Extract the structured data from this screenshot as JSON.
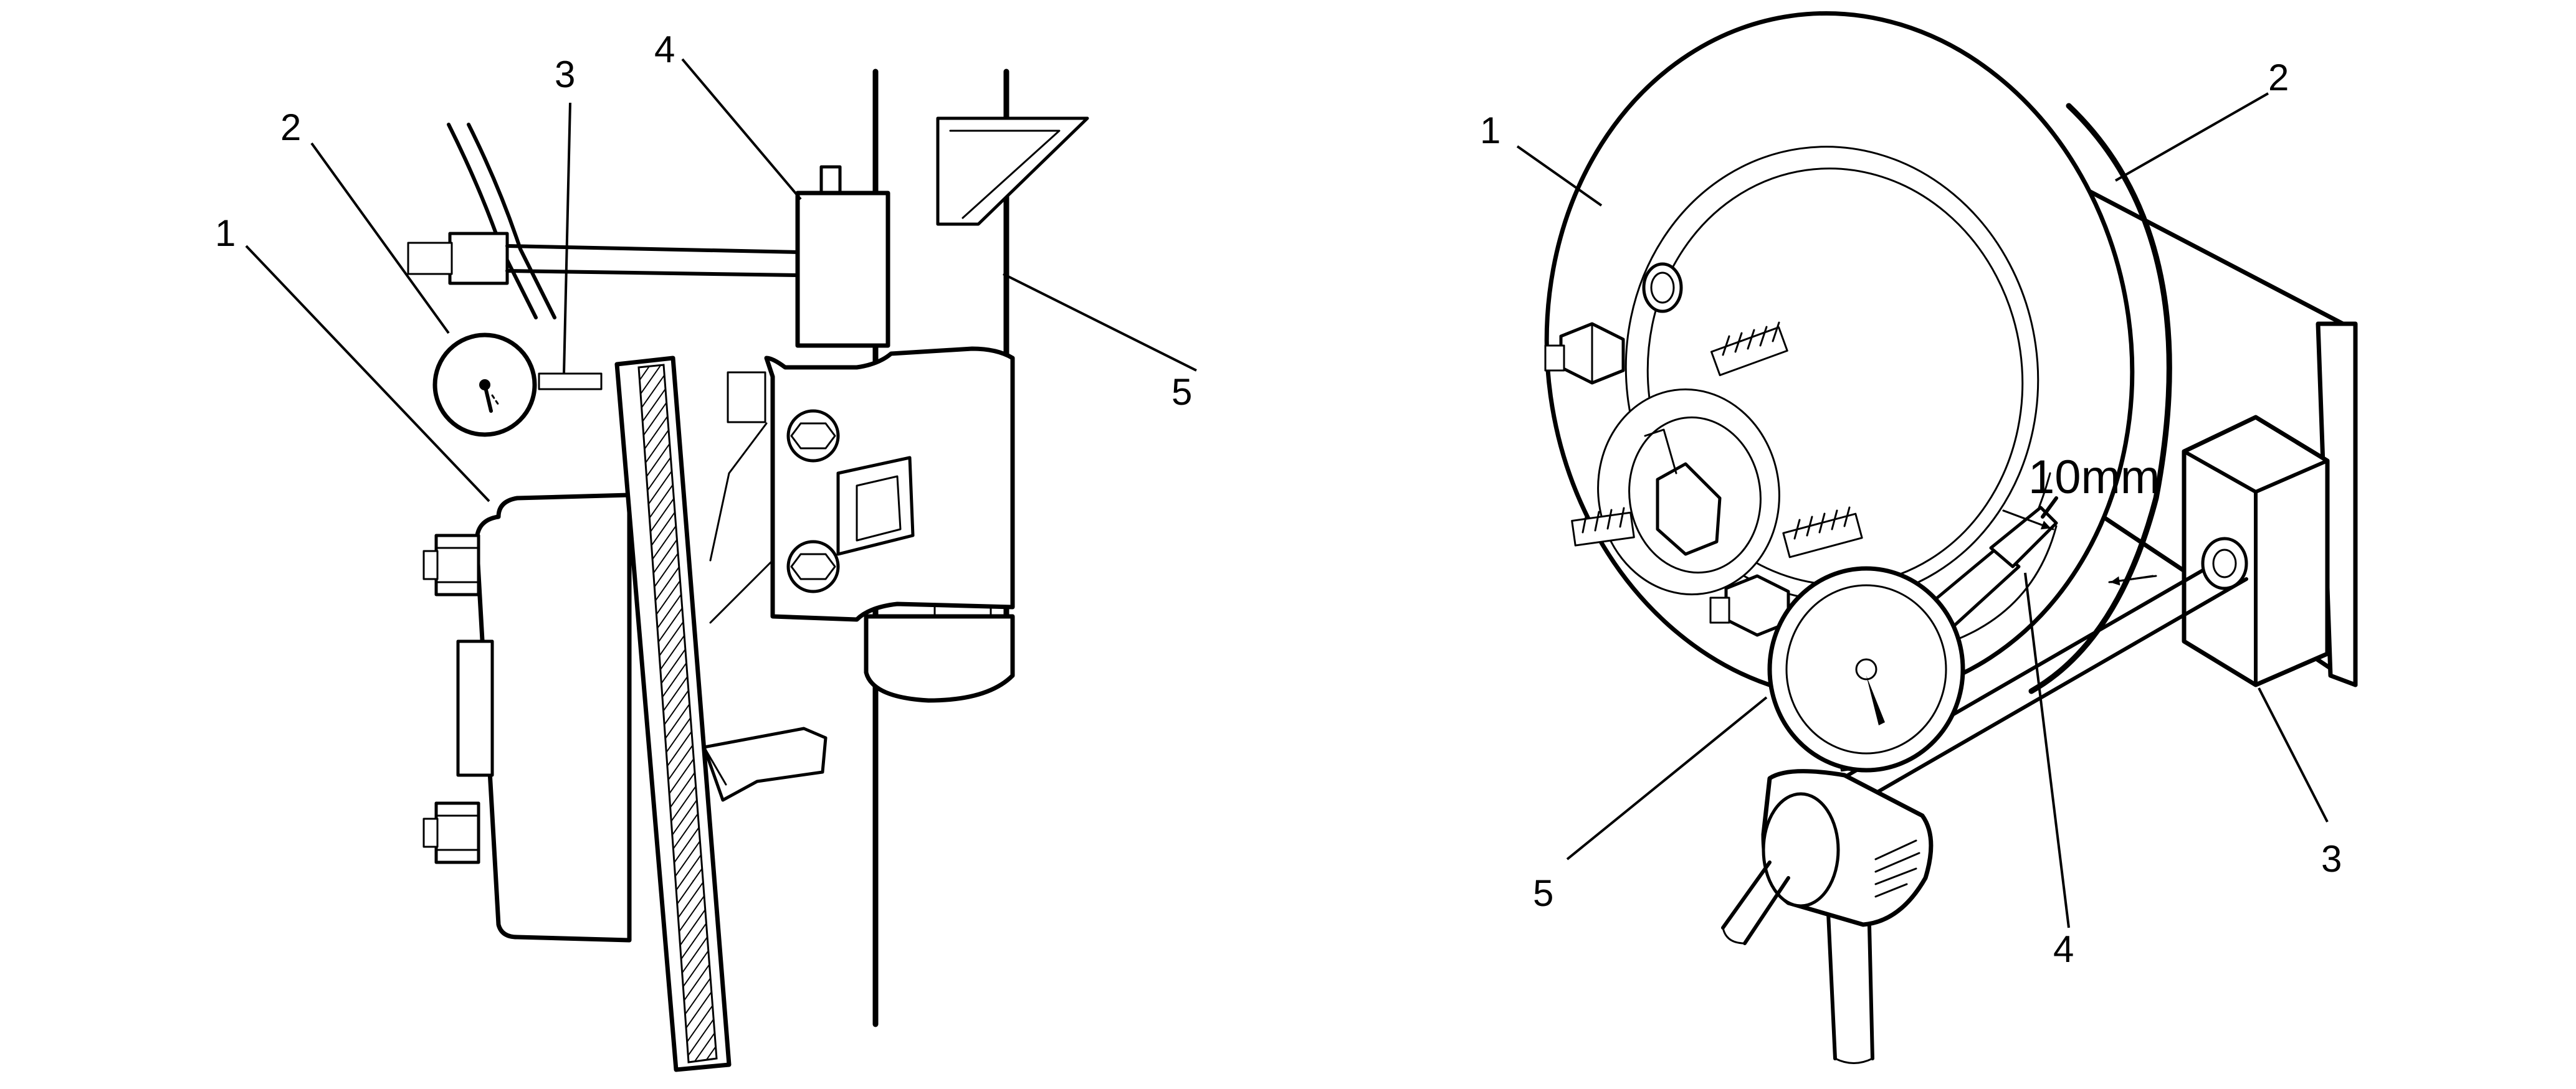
{
  "left_view": {
    "callouts": [
      "1",
      "2",
      "3",
      "4",
      "5"
    ]
  },
  "right_view": {
    "callouts": [
      "1",
      "2",
      "3",
      "4",
      "5"
    ],
    "dimension_text": "10mm"
  }
}
